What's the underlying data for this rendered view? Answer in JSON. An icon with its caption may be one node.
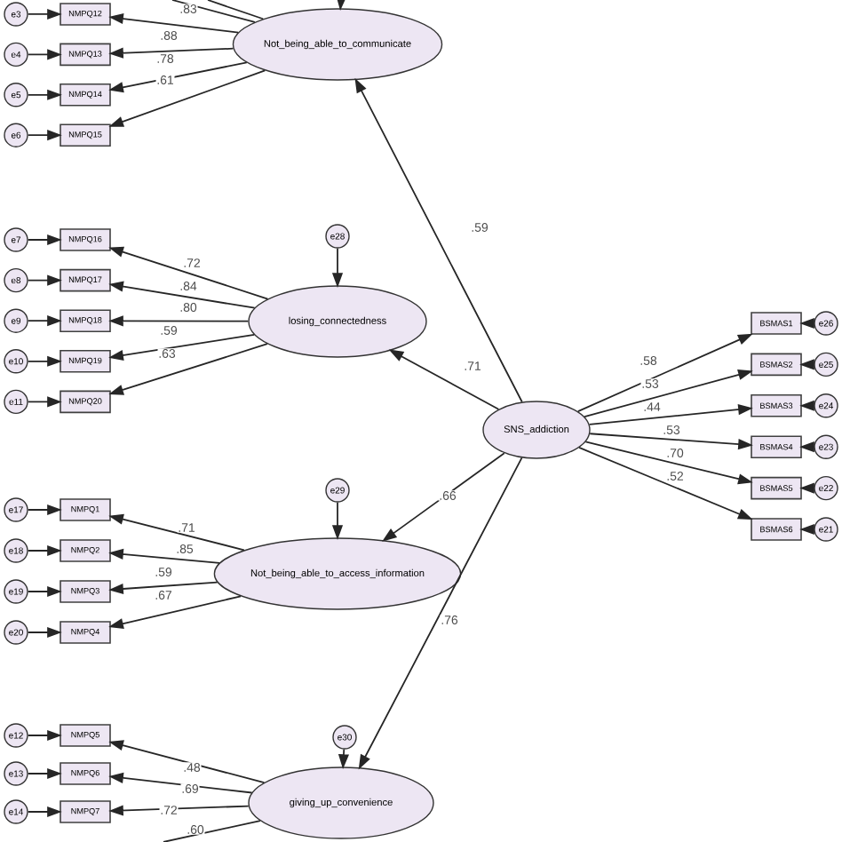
{
  "diagram": {
    "nodes": [
      {
        "text": [
          "Not_being_able_to_communicate"
        ]
      },
      {
        "text": [
          "NMPQ12"
        ]
      },
      {
        "text": [
          "NMPQ13"
        ]
      },
      {
        "text": [
          "NMPQ14"
        ]
      },
      {
        "text": [
          "NMPQ15"
        ]
      },
      {
        "text": [
          "e3"
        ]
      },
      {
        "text": [
          "e4"
        ]
      },
      {
        "text": [
          "e5"
        ]
      },
      {
        "text": [
          "e6"
        ]
      },
      {
        "text": [
          "e28"
        ]
      },
      {
        "text": [
          "losing_connectedness"
        ]
      },
      {
        "text": [
          "NMPQ16"
        ]
      },
      {
        "text": [
          "NMPQ17"
        ]
      },
      {
        "text": [
          "NMPQ18"
        ]
      },
      {
        "text": [
          "NMPQ19"
        ]
      },
      {
        "text": [
          "NMPQ20"
        ]
      },
      {
        "text": [
          "e7"
        ]
      },
      {
        "text": [
          "e8"
        ]
      },
      {
        "text": [
          "e9"
        ]
      },
      {
        "text": [
          "e10"
        ]
      },
      {
        "text": [
          "e11"
        ]
      },
      {
        "text": [
          "SNS_addiction"
        ]
      },
      {
        "text": [
          "BSMAS1"
        ]
      },
      {
        "text": [
          "BSMAS2"
        ]
      },
      {
        "text": [
          "BSMAS3"
        ]
      },
      {
        "text": [
          "BSMAS4"
        ]
      },
      {
        "text": [
          "BSMAS5"
        ]
      },
      {
        "text": [
          "BSMAS6"
        ]
      },
      {
        "text": [
          "e26"
        ]
      },
      {
        "text": [
          "e25"
        ]
      },
      {
        "text": [
          "e24"
        ]
      },
      {
        "text": [
          "e23"
        ]
      },
      {
        "text": [
          "e22"
        ]
      },
      {
        "text": [
          "e21"
        ]
      },
      {
        "text": [
          "e29"
        ]
      },
      {
        "text": [
          "Not_being_able_to_access_information"
        ]
      },
      {
        "text": [
          "NMPQ1"
        ]
      },
      {
        "text": [
          "NMPQ2"
        ]
      },
      {
        "text": [
          "NMPQ3"
        ]
      },
      {
        "text": [
          "NMPQ4"
        ]
      },
      {
        "text": [
          "e17"
        ]
      },
      {
        "text": [
          "e18"
        ]
      },
      {
        "text": [
          "e19"
        ]
      },
      {
        "text": [
          "e20"
        ]
      },
      {
        "text": [
          "e30"
        ]
      },
      {
        "text": [
          "giving_up_convenience"
        ]
      },
      {
        "text": [
          "NMPQ5"
        ]
      },
      {
        "text": [
          "NMPQ6"
        ]
      },
      {
        "text": [
          "NMPQ7"
        ]
      },
      {
        "text": [
          "e12"
        ]
      },
      {
        "text": [
          "e13"
        ]
      },
      {
        "text": [
          "e14"
        ]
      }
    ],
    "edges": [
      {
        "from": 0,
        "to": 1,
        "arrow": "to",
        "label": ".83"
      },
      {
        "from": 0,
        "to": 2,
        "arrow": "to",
        "label": ".88"
      },
      {
        "from": 0,
        "to": 3,
        "arrow": "to",
        "label": ".78"
      },
      {
        "from": 0,
        "to": 4,
        "arrow": "to",
        "label": ".61"
      },
      {
        "from": 5,
        "to": 1,
        "arrow": "to"
      },
      {
        "from": 6,
        "to": 2,
        "arrow": "to"
      },
      {
        "from": 7,
        "to": 3,
        "arrow": "to"
      },
      {
        "from": 8,
        "to": 4,
        "arrow": "to"
      },
      {
        "from": 0,
        "to": null,
        "arrow": "none"
      },
      {
        "from": 0,
        "to": null,
        "arrow": "none"
      },
      {
        "from": null,
        "to": 0,
        "arrow": "to"
      },
      {
        "from": 9,
        "to": 10,
        "arrow": "to"
      },
      {
        "from": 10,
        "to": 11,
        "arrow": "to",
        "label": ".72"
      },
      {
        "from": 10,
        "to": 12,
        "arrow": "to",
        "label": ".84"
      },
      {
        "from": 10,
        "to": 13,
        "arrow": "to",
        "label": ".80"
      },
      {
        "from": 10,
        "to": 14,
        "arrow": "to",
        "label": ".59"
      },
      {
        "from": 10,
        "to": 15,
        "arrow": "to",
        "label": ".63"
      },
      {
        "from": 16,
        "to": 11,
        "arrow": "to"
      },
      {
        "from": 17,
        "to": 12,
        "arrow": "to"
      },
      {
        "from": 18,
        "to": 13,
        "arrow": "to"
      },
      {
        "from": 19,
        "to": 14,
        "arrow": "to"
      },
      {
        "from": 20,
        "to": 15,
        "arrow": "to"
      },
      {
        "from": 21,
        "to": 0,
        "arrow": "to",
        "label": ".59"
      },
      {
        "from": 21,
        "to": 10,
        "arrow": "to",
        "label": ".71"
      },
      {
        "from": 21,
        "to": 35,
        "arrow": "to",
        "label": ".66"
      },
      {
        "from": 21,
        "to": 45,
        "arrow": "to",
        "label": ".76"
      },
      {
        "from": 21,
        "to": 22,
        "arrow": "to",
        "label": ".58"
      },
      {
        "from": 21,
        "to": 23,
        "arrow": "to",
        "label": ".53"
      },
      {
        "from": 21,
        "to": 24,
        "arrow": "to",
        "label": ".44"
      },
      {
        "from": 21,
        "to": 25,
        "arrow": "to",
        "label": ".53"
      },
      {
        "from": 21,
        "to": 26,
        "arrow": "to",
        "label": ".70"
      },
      {
        "from": 21,
        "to": 27,
        "arrow": "to",
        "label": ".52"
      },
      {
        "from": 28,
        "to": 22,
        "arrow": "to"
      },
      {
        "from": 29,
        "to": 23,
        "arrow": "to"
      },
      {
        "from": 30,
        "to": 24,
        "arrow": "to"
      },
      {
        "from": 31,
        "to": 25,
        "arrow": "to"
      },
      {
        "from": 32,
        "to": 26,
        "arrow": "to"
      },
      {
        "from": 33,
        "to": 27,
        "arrow": "to"
      },
      {
        "from": 34,
        "to": 35,
        "arrow": "to"
      },
      {
        "from": 35,
        "to": 36,
        "arrow": "to",
        "label": ".71"
      },
      {
        "from": 35,
        "to": 37,
        "arrow": "to",
        "label": ".85"
      },
      {
        "from": 35,
        "to": 38,
        "arrow": "to",
        "label": ".59"
      },
      {
        "from": 35,
        "to": 39,
        "arrow": "to",
        "label": ".67"
      },
      {
        "from": 40,
        "to": 36,
        "arrow": "to"
      },
      {
        "from": 41,
        "to": 37,
        "arrow": "to"
      },
      {
        "from": 42,
        "to": 38,
        "arrow": "to"
      },
      {
        "from": 43,
        "to": 39,
        "arrow": "to"
      },
      {
        "from": 44,
        "to": 45,
        "arrow": "to"
      },
      {
        "from": 45,
        "to": 46,
        "arrow": "to",
        "label": ".48"
      },
      {
        "from": 45,
        "to": 47,
        "arrow": "to",
        "label": ".69"
      },
      {
        "from": 45,
        "to": 48,
        "arrow": "to",
        "label": ".72"
      },
      {
        "from": 45,
        "to": null,
        "arrow": "none",
        "label": ".60"
      },
      {
        "from": 49,
        "to": 46,
        "arrow": "to"
      },
      {
        "from": 50,
        "to": 47,
        "arrow": "to"
      },
      {
        "from": 51,
        "to": 48,
        "arrow": "to"
      }
    ]
  }
}
